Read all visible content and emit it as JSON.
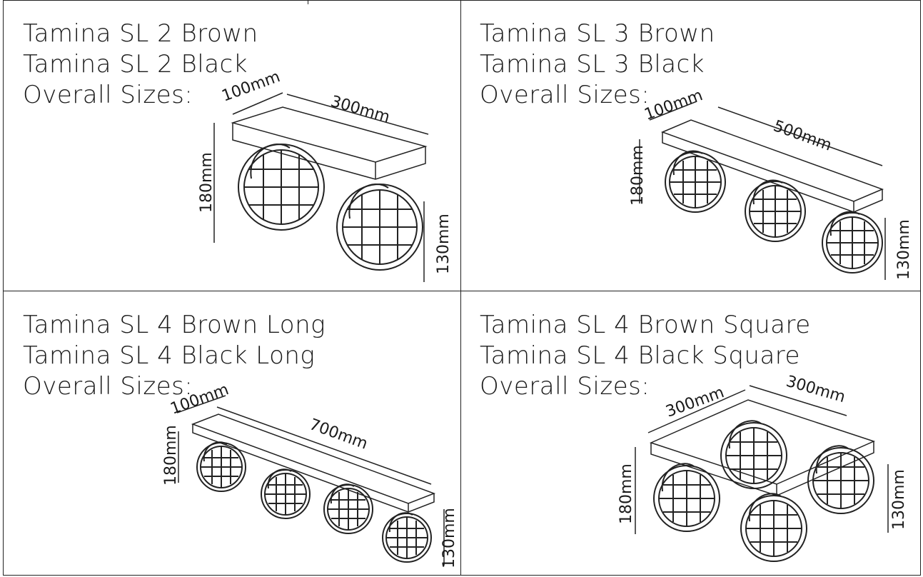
{
  "panels": [
    {
      "lines": [
        "Tamina SL 2 Brown",
        "Tamina SL 2 Black",
        "Overall Sizes:"
      ],
      "dims": {
        "depth": "100mm",
        "length": "300mm",
        "height": "180mm",
        "head": "130mm"
      },
      "heads": 2
    },
    {
      "lines": [
        "Tamina SL 3 Brown",
        "Tamina SL 3 Black",
        "Overall Sizes:"
      ],
      "dims": {
        "depth": "100mm",
        "length": "500mm",
        "height": "180mm",
        "head": "130mm"
      },
      "heads": 3
    },
    {
      "lines": [
        "Tamina SL 4 Brown Long",
        "Tamina SL 4 Black Long",
        "Overall Sizes:"
      ],
      "dims": {
        "depth": "100mm",
        "length": "700mm",
        "height": "180mm",
        "head": "130mm"
      },
      "heads": 4
    },
    {
      "lines": [
        "Tamina SL 4 Brown Square",
        "Tamina SL 4 Black Square",
        "Overall Sizes:"
      ],
      "dims": {
        "depth": "300mm",
        "length": "300mm",
        "height": "180mm",
        "head": "130mm"
      },
      "heads": 4
    }
  ]
}
